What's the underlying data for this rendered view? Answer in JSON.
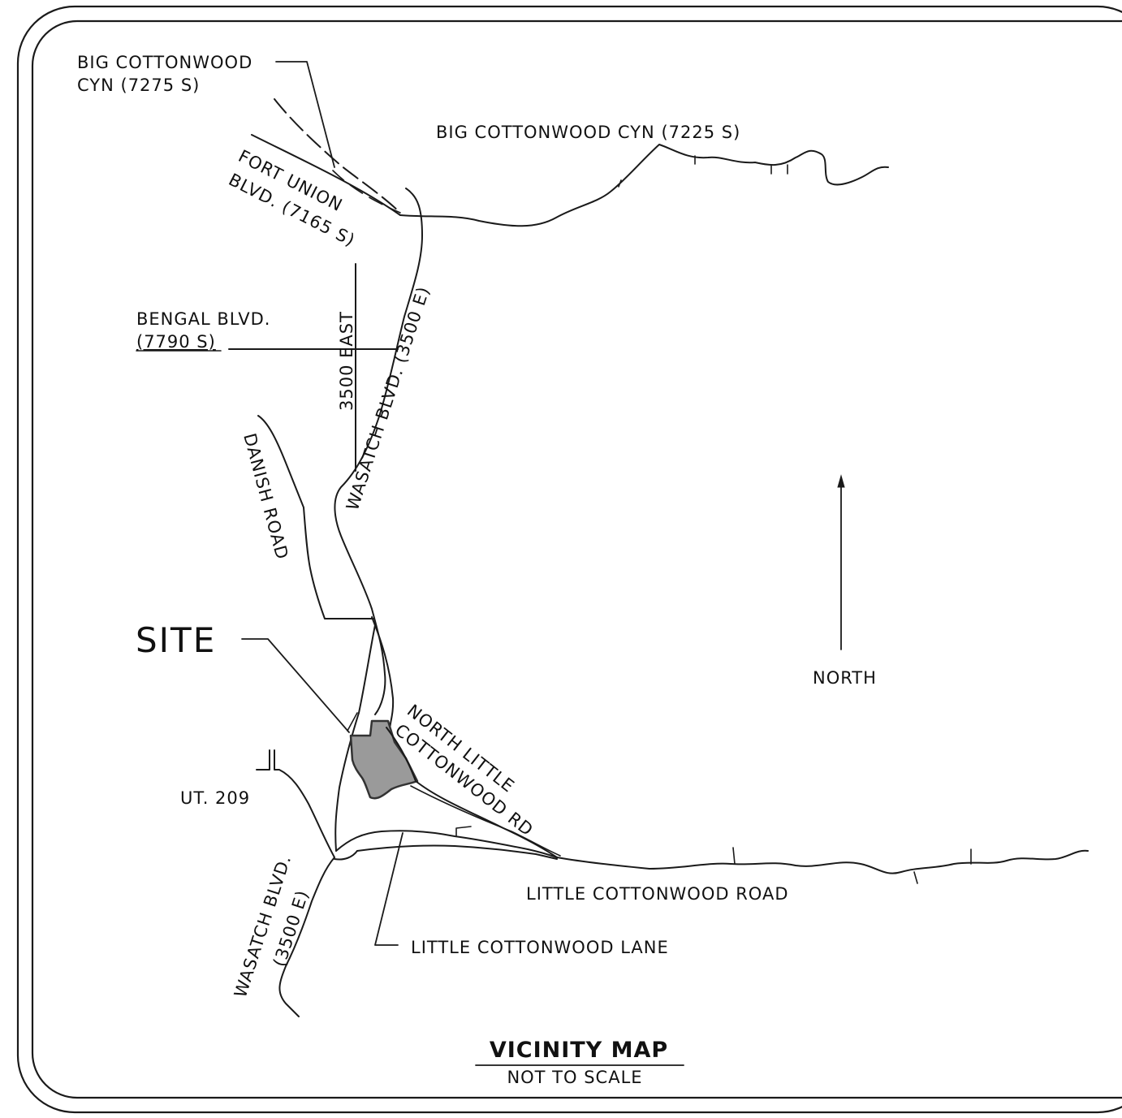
{
  "colors": {
    "ink": "#1a1a1a",
    "site_fill": "#9a9a9a",
    "background": "#ffffff"
  },
  "labels": {
    "big_cottonwood_cyn_7275_line1": "BIG COTTONWOOD",
    "big_cottonwood_cyn_7275_line2": "CYN (7275 S)",
    "big_cottonwood_cyn_7225": "BIG COTTONWOOD CYN (7225 S)",
    "fort_union_line1": "FORT UNION",
    "fort_union_line2": "BLVD. (7165 S)",
    "bengal_line1": "BENGAL BLVD.",
    "bengal_line2": "(7790 S)",
    "east_3500": "3500 EAST",
    "wasatch_north": "WASATCH BLVD. (3500 E)",
    "danish_road": "DANISH ROAD",
    "site": "SITE",
    "north_little_line1": "NORTH LITTLE",
    "north_little_line2": "COTTONWOOD RD",
    "ut_209": "UT. 209",
    "wasatch_south_line1": "WASATCH BLVD.",
    "wasatch_south_line2": "(3500 E)",
    "little_cottonwood_road": "LITTLE COTTONWOOD ROAD",
    "little_cottonwood_lane": "LITTLE COTTONWOOD LANE",
    "north": "NORTH"
  },
  "title_block": {
    "title": "VICINITY MAP",
    "subtitle": "NOT TO SCALE"
  }
}
